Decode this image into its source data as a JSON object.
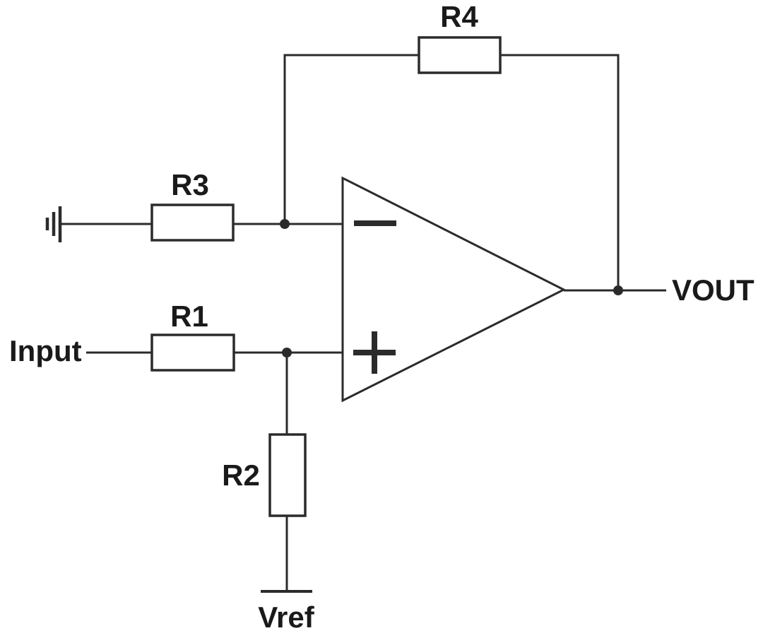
{
  "title": "Op-amp circuit schematic with R1-R4, Input, VOUT and Vref",
  "colors": {
    "background": "#ffffff",
    "wire": "#2b2b2b",
    "component_fill": "#ffffff",
    "text": "#1a1a1a"
  },
  "labels": {
    "r1": "R1",
    "r2": "R2",
    "r3": "R3",
    "r4": "R4",
    "input": "Input",
    "vout": "VOUT",
    "vref": "Vref"
  },
  "opamp": {
    "inverting_input_symbol": "−",
    "non_inverting_input_symbol": "+"
  },
  "icons": {
    "ground": "ground-icon",
    "vref_terminal": "terminal-bar-icon",
    "junction_dots": "connection-dot-icon"
  },
  "connections_summary": {
    "r3": "ground to op-amp inverting input",
    "r4": "feedback from inverting input node to output node",
    "r1": "Input to op-amp non-inverting input",
    "r2": "non-inverting input node down to Vref terminal",
    "output": "op-amp output to VOUT"
  }
}
